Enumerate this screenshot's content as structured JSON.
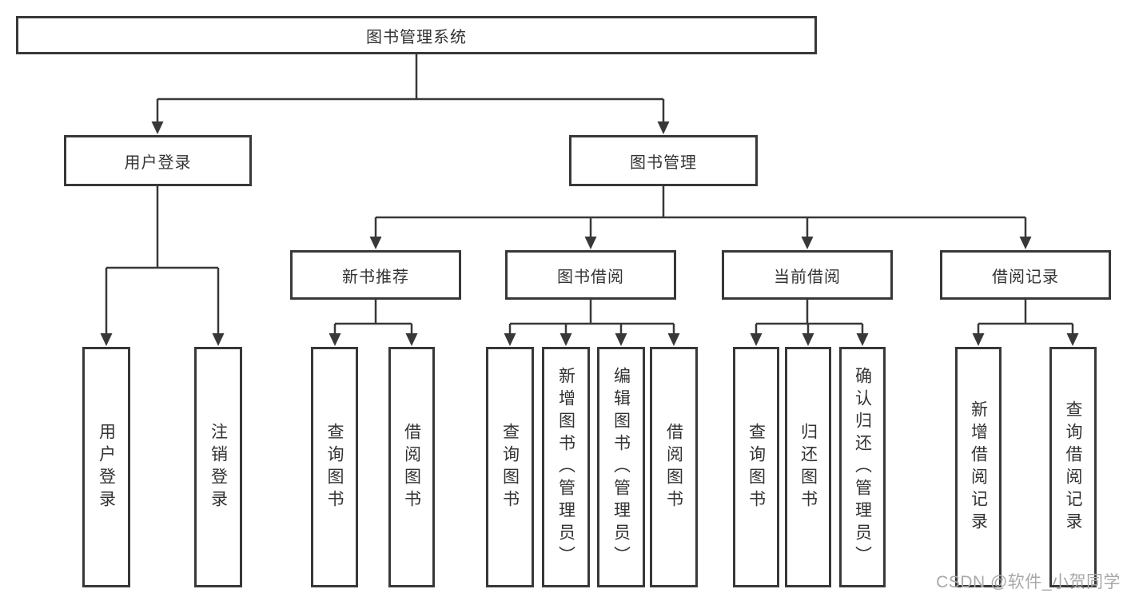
{
  "tree": {
    "root": {
      "label": "图书管理系统",
      "children": [
        {
          "label": "用户登录",
          "children": [
            {
              "label": "用户登录"
            },
            {
              "label": "注销登录"
            }
          ]
        },
        {
          "label": "图书管理",
          "children": [
            {
              "label": "新书推荐",
              "children": [
                {
                  "label": "查询图书"
                },
                {
                  "label": "借阅图书"
                }
              ]
            },
            {
              "label": "图书借阅",
              "children": [
                {
                  "label": "查询图书"
                },
                {
                  "label": "新增图书（管理员）"
                },
                {
                  "label": "编辑图书（管理员）"
                },
                {
                  "label": "借阅图书"
                }
              ]
            },
            {
              "label": "当前借阅",
              "children": [
                {
                  "label": "查询图书"
                },
                {
                  "label": "归还图书"
                },
                {
                  "label": "确认归还（管理员）"
                }
              ]
            },
            {
              "label": "借阅记录",
              "children": [
                {
                  "label": "新增借阅记录"
                },
                {
                  "label": "查询借阅记录"
                }
              ]
            }
          ]
        }
      ]
    }
  },
  "watermark": {
    "text": "CSDN @软件_小贺同学"
  },
  "colors": {
    "line": "#383838",
    "box_border": "#383838",
    "text": "#333333",
    "watermark": "#a8a8a8",
    "background": "#ffffff"
  }
}
